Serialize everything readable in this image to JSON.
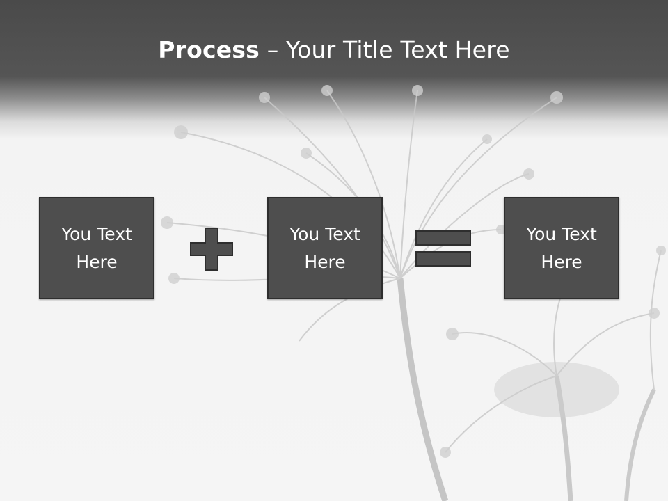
{
  "slide": {
    "title_bold": "Process",
    "title_sep": " – ",
    "title_rest": "Your Title Text Here",
    "boxes": [
      {
        "label": "You Text Here"
      },
      {
        "label": "You Text Here"
      },
      {
        "label": "You Text Here"
      }
    ],
    "operators": [
      "plus-icon",
      "equals-icon"
    ],
    "colors": {
      "header": "#4a4a4a",
      "box": "#4e4e4e",
      "box_border": "#2e2e2e",
      "text": "#ffffff"
    }
  }
}
